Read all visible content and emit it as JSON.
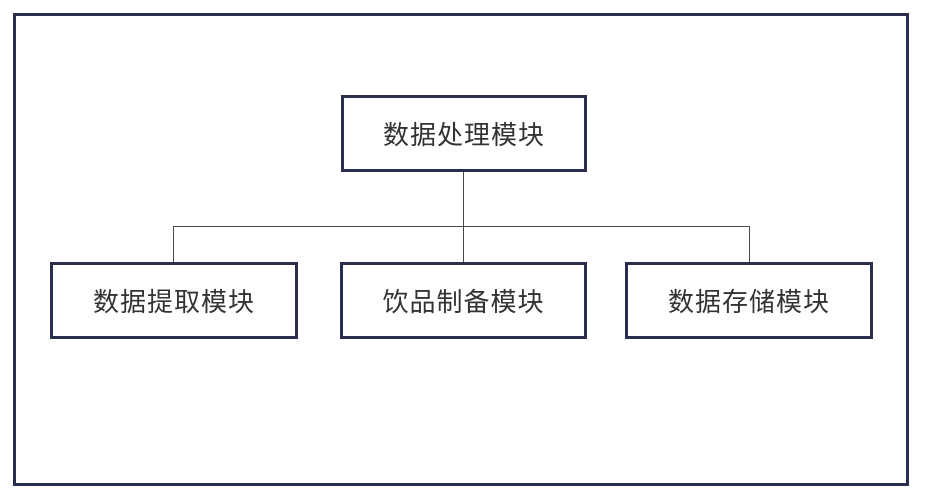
{
  "diagram": {
    "root_node": {
      "label": "数据处理模块"
    },
    "child_nodes": [
      {
        "label": "数据提取模块"
      },
      {
        "label": "饮品制备模块"
      },
      {
        "label": "数据存储模块"
      }
    ],
    "colors": {
      "box_border": "#2a2d4e",
      "connector_line": "#4a4a4a",
      "text": "#333333",
      "background": "#ffffff"
    }
  }
}
